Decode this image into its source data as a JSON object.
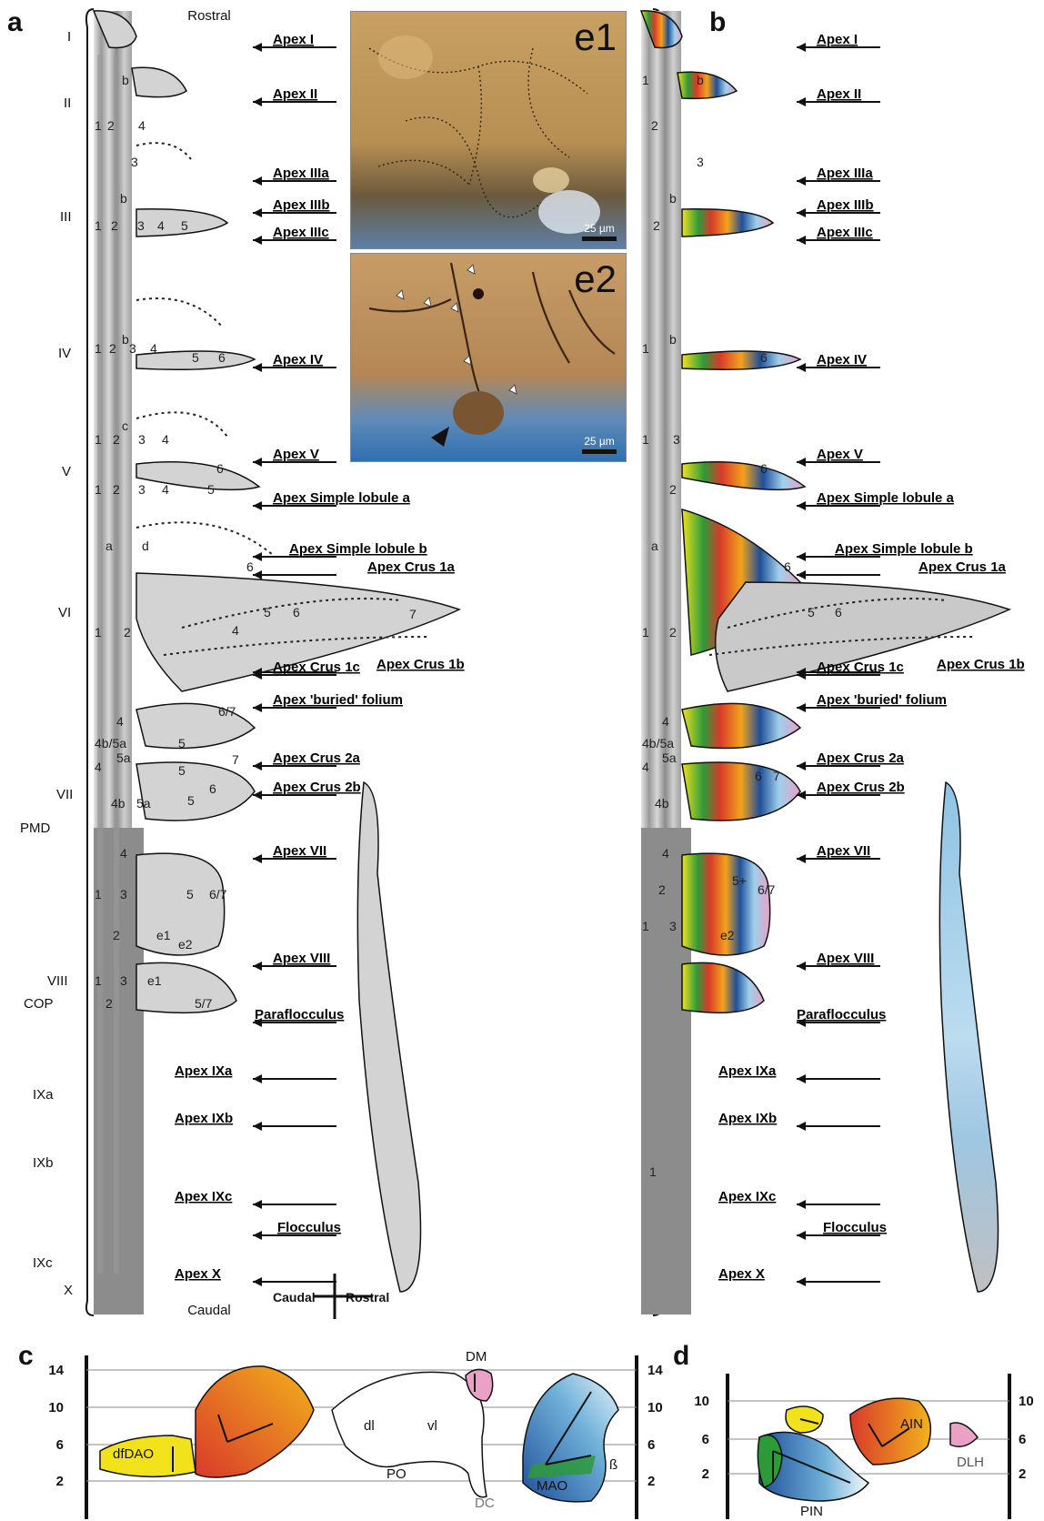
{
  "panels": {
    "a": "a",
    "b": "b",
    "c": "c",
    "d": "d"
  },
  "orientation": {
    "rostral": "Rostral",
    "caudal": "Caudal",
    "cross_caudal": "Caudal",
    "cross_rostral": "Rostral"
  },
  "lobules": [
    "I",
    "II",
    "III",
    "IV",
    "V",
    "VI",
    "VII",
    "PMD",
    "VIII",
    "COP",
    "IXa",
    "IXb",
    "IXc",
    "X"
  ],
  "apex_labels": [
    "Apex I",
    "Apex II",
    "Apex IIIa",
    "Apex IIIb",
    "Apex IIIc",
    "Apex IV",
    "Apex V",
    "Apex Simple lobule a",
    "Apex Simple lobule b",
    "Apex Crus 1a",
    "Apex Crus 1b",
    "Apex Crus 1c",
    "Apex 'buried' folium",
    "Apex Crus 2a",
    "Apex Crus 2b",
    "Apex VII",
    "Apex VIII",
    "Paraflocculus",
    "Apex IXa",
    "Apex IXb",
    "Apex IXc",
    "Flocculus",
    "Apex X"
  ],
  "zones_a": [
    "b",
    "1",
    "2",
    "4",
    "3",
    "b",
    "1",
    "2",
    "3",
    "4",
    "5",
    "b",
    "1",
    "2",
    "3",
    "4",
    "5",
    "6",
    "c",
    "1",
    "2",
    "3",
    "4",
    "6",
    "1",
    "2",
    "3",
    "4",
    "5",
    "a",
    "d",
    "6",
    "5",
    "6",
    "4",
    "7",
    "1",
    "2",
    "4",
    "4b/5a",
    "5a",
    "4",
    "4b",
    "5a",
    "5",
    "6/7",
    "5",
    "7",
    "5",
    "6",
    "4",
    "1",
    "3",
    "5",
    "6/7",
    "2",
    "e1",
    "e2",
    "1",
    "3",
    "e1",
    "2",
    "5/7"
  ],
  "zones_b": [
    "1",
    "b",
    "2",
    "3",
    "b",
    "2",
    "1",
    "b",
    "6",
    "1",
    "3",
    "2",
    "6",
    "a",
    "6",
    "5",
    "6",
    "1",
    "2",
    "4",
    "4b/5a",
    "5a",
    "4",
    "4b",
    "6",
    "7",
    "4",
    "2",
    "1",
    "3",
    "5+",
    "6/7",
    "e2",
    "1"
  ],
  "micrographs": {
    "e1": {
      "label": "e1",
      "scale": "25 µm"
    },
    "e2": {
      "label": "e2",
      "scale": "25 µm"
    }
  },
  "panel_c": {
    "y_ticks": [
      "14",
      "10",
      "6",
      "2"
    ],
    "labels": {
      "dfdao": "dfDAO",
      "dm": "DM",
      "dl": "dl",
      "vl": "vl",
      "po": "PO",
      "dc": "DC",
      "mao": "MAO",
      "beta": "ß"
    }
  },
  "panel_d": {
    "y_ticks": [
      "10",
      "6",
      "2"
    ],
    "labels": {
      "ain": "AIN",
      "dlh": "DLH",
      "pin": "PIN"
    }
  },
  "colors": {
    "gray_light": "#c9c9c9",
    "gray_mid": "#a9a9a9",
    "gray_dark": "#8a8a8a",
    "yellow": "#f2e21c",
    "orange": "#f2a21c",
    "red": "#d93a2a",
    "blue_dark": "#1f4f9a",
    "blue_light": "#9fd0ea",
    "green": "#2d9a3a",
    "pink": "#e9a1c6"
  }
}
